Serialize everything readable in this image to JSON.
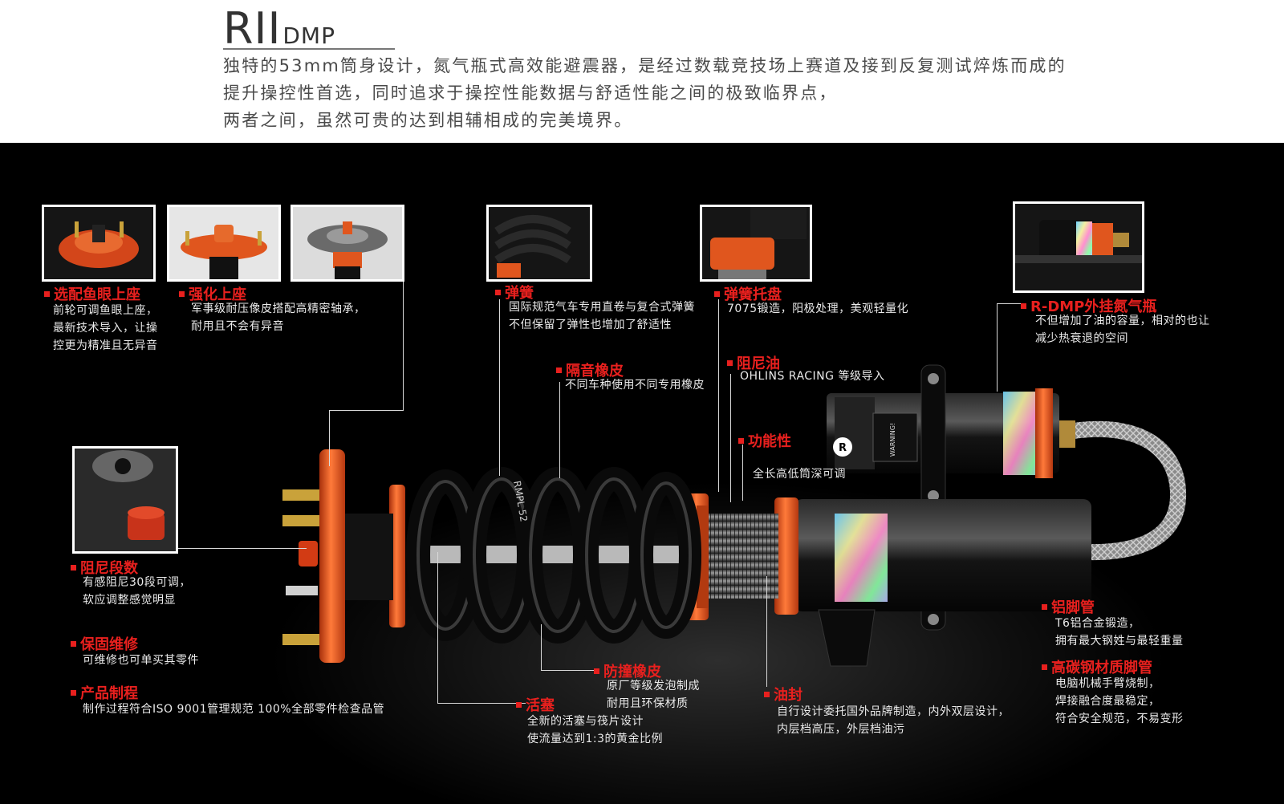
{
  "header": {
    "title_main": "RII",
    "title_sub": "DMP",
    "intro_lines": [
      "独特的53mm筒身设计，氮气瓶式高效能避震器，是经过数载竞技场上赛道及接到反复测试焠炼而成的",
      "提升操控性首选，同时追求于操控性能数据与舒适性能之间的极致临界点，",
      "两者之间，虽然可贵的达到相辅相成的完美境界。"
    ]
  },
  "callouts": {
    "c1": {
      "label": "选配鱼眼上座",
      "lines": [
        "前轮可调鱼眼上座，",
        "最新技术导入，让操",
        "控更为精准且无异音"
      ]
    },
    "c2": {
      "label": "强化上座",
      "lines": [
        "军事级耐压像皮搭配高精密轴承，",
        "耐用且不会有异音"
      ]
    },
    "c3": {
      "label": "弹簧",
      "lines": [
        "国际规范气车专用直卷与复合式弹簧",
        "不但保留了弹性也增加了舒适性"
      ]
    },
    "c4": {
      "label": "弹簧托盘",
      "lines": [
        "7075锻造，阳极处理，美观轻量化"
      ]
    },
    "c5": {
      "label": "R-DMP外挂氮气瓶",
      "lines": [
        "不但增加了油的容量，相对的也让",
        "减少热衰退的空间"
      ]
    },
    "c6": {
      "label": "隔音橡皮",
      "lines": [
        "不同车种使用不同专用橡皮"
      ]
    },
    "c7": {
      "label": "阻尼油",
      "lines": [
        "OHLINS RACING 等级导入"
      ]
    },
    "c8": {
      "label": "功能性",
      "lines": [
        "全长高低筒深可调"
      ]
    },
    "c9": {
      "label": "阻尼段数",
      "lines": [
        "有感阻尼30段可调，",
        "软应调整感觉明显"
      ]
    },
    "c10": {
      "label": "保固维修",
      "lines": [
        "可维修也可单买其零件"
      ]
    },
    "c11": {
      "label": "产品制程",
      "lines": [
        "制作过程符合ISO 9001管理规范 100%全部零件检查品管"
      ]
    },
    "c12": {
      "label": "防撞橡皮",
      "lines": [
        "原厂等级发泡制成",
        "耐用且环保材质"
      ]
    },
    "c13": {
      "label": "活塞",
      "lines": [
        "全新的活塞与筏片设计",
        "使流量达到1:3的黄金比例"
      ]
    },
    "c14": {
      "label": "油封",
      "lines": [
        "自行设计委托国外品牌制造，内外双层设计，",
        "内层档高压，外层档油污"
      ]
    },
    "c15": {
      "label": "铝脚管",
      "lines": [
        "T6铝合金锻造，",
        "拥有最大钢姓与最轻重量"
      ]
    },
    "c16": {
      "label": "高碳钢材质脚管",
      "lines": [
        "电脑机械手臂烧制，",
        "焊接融合度最稳定，",
        "符合安全规范，不易变形"
      ]
    }
  },
  "product_marks": {
    "reservoir_badge": "R",
    "warning_text": "WARNING!",
    "spring_print": "RMPL 52"
  },
  "colors": {
    "accent_red": "#e8201e",
    "anodized_orange": "#e0521a",
    "background": "#000000",
    "header_text": "#4a4a4a"
  }
}
